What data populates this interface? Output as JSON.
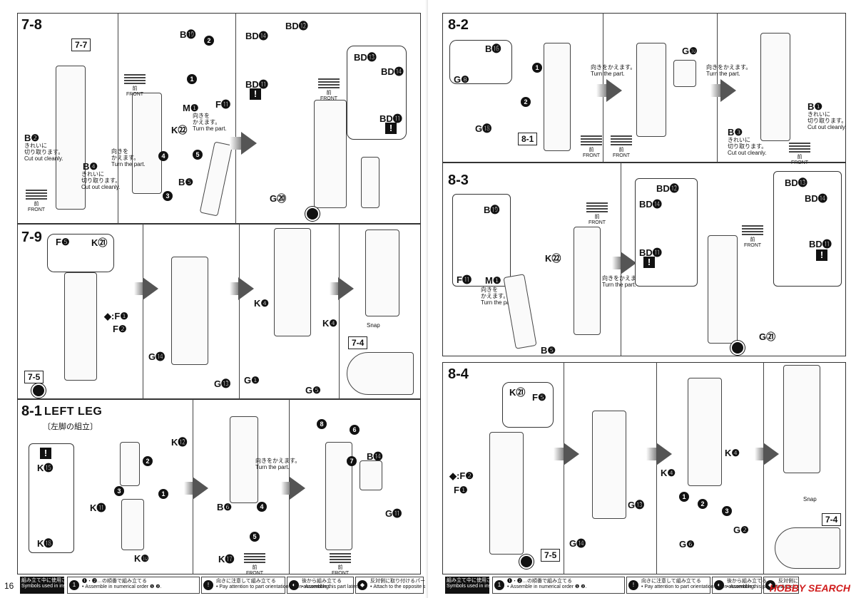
{
  "left_page": {
    "page_number": "16",
    "steps": [
      {
        "id": "7-8",
        "title": "7-8",
        "ref": "7-7"
      },
      {
        "id": "7-9",
        "title": "7-9"
      },
      {
        "id": "8-1",
        "title": "8-1",
        "subtitle": "LEFT LEG",
        "jp_subtitle": "〔左脚の組立〕"
      }
    ],
    "labels_7_8": {
      "b19": "B⓳",
      "b2": "B❷",
      "b4": "B❹",
      "b5": "B❺",
      "k22": "K㉒",
      "m1": "M❶",
      "f11": "F⓫",
      "bd14": "BD⓮",
      "bd12": "BD⓬",
      "bd11": "BD⓫",
      "bd13": "BD⓭",
      "g20": "G⑳",
      "cut1": "きれいに\n切り取ります。\nCut out cleanly.",
      "cut2": "きれいに\n切り取ります。\nCut out cleanly.",
      "turn": "向きを\nかえます。\nTurn the part.",
      "turn2": "向きを\nかえます。\nTurn the part.",
      "front": "前\nFRONT"
    },
    "labels_7_9": {
      "f5": "F❺",
      "k21": "K㉑",
      "f1": "◆:F❶",
      "f2": "F❷",
      "g14": "G⓮",
      "g13": "G⓭",
      "k4a": "K❹",
      "k4b": "K❹",
      "g1": "G❶",
      "g5": "G❺",
      "ref75": "7-5",
      "ref74": "7-4",
      "snap": "Snap"
    },
    "labels_8_1": {
      "k15": "K⓯",
      "k12": "K⓬",
      "k11": "K⓫",
      "k18": "K⓲",
      "k10": "K❿",
      "b6": "B❻",
      "k17": "K⓱",
      "b14": "B⓮",
      "g11": "G⓫",
      "turn": "向きをかえます。\nTurn the part.",
      "front": "前\nFRONT"
    },
    "footer": {
      "tag": "組み立て中に使用されているアイコン\nSymbols used in instructions",
      "items": [
        "❶・❷…の順番で組み立てる\n• Assemble in numerical order ❶ ❷.",
        "向きに注意して組み立てる\n• Pay attention to part orientation when assembling.",
        "後から組み立てる\n• Assemble this part later.",
        "反対側に取り付けるパーツ\n• Attach to the opposite side."
      ]
    }
  },
  "right_page": {
    "steps": [
      {
        "id": "8-2",
        "title": "8-2",
        "ref": "8-1"
      },
      {
        "id": "8-3",
        "title": "8-3"
      },
      {
        "id": "8-4",
        "title": "8-4",
        "ref1": "7-5",
        "ref2": "7-4"
      }
    ],
    "labels_8_2": {
      "b16": "B⓰",
      "g8": "G❽",
      "g18": "G⓲",
      "g10": "G❿",
      "b1": "B❶",
      "b3": "B❸",
      "cut1": "きれいに\n切り取ります。\nCut out cleanly.",
      "cut2": "きれいに\n切り取ります。\nCut out cleanly.",
      "turn1": "向きをかえます。\nTurn the part.",
      "turn2": "向きをかえます。\nTurn the part.",
      "front": "前\nFRONT"
    },
    "labels_8_3": {
      "b19": "B⓳",
      "f11": "F⓫",
      "m1": "M❶",
      "k22": "K㉒",
      "b5": "B❺",
      "bd12": "BD⓬",
      "bd14": "BD⓮",
      "bd11": "BD⓫",
      "bd13": "BD⓭",
      "g21": "G㉑",
      "turn1": "向きを\nかえます。\nTurn the part.",
      "turn2": "向きをかえます。\nTurn the part.",
      "front": "前\nFRONT"
    },
    "labels_8_4": {
      "k21": "K㉑",
      "f5": "F❺",
      "f2": "◆:F❷",
      "f1": "F❶",
      "g14": "G⓮",
      "g13": "G⓭",
      "k4a": "K❹",
      "k4b": "K❹",
      "g6": "G❻",
      "g2": "G❷",
      "snap": "Snap"
    },
    "footer": {
      "tag": "組み立て中に使用されているアイコン\nSymbols used in instructions",
      "items": [
        "❶・❷…の順番で組み立てる\n• Assemble in numerical order ❶ ❷.",
        "向きに注意して組み立てる\n• Pay attention to part orientation when assembling.",
        "後から組み立てる\n• Assemble this part later.",
        "反対側に取り付けるパーツ\n• Attach to the opposite side."
      ]
    },
    "watermark": "HOBBY SEARCH"
  }
}
